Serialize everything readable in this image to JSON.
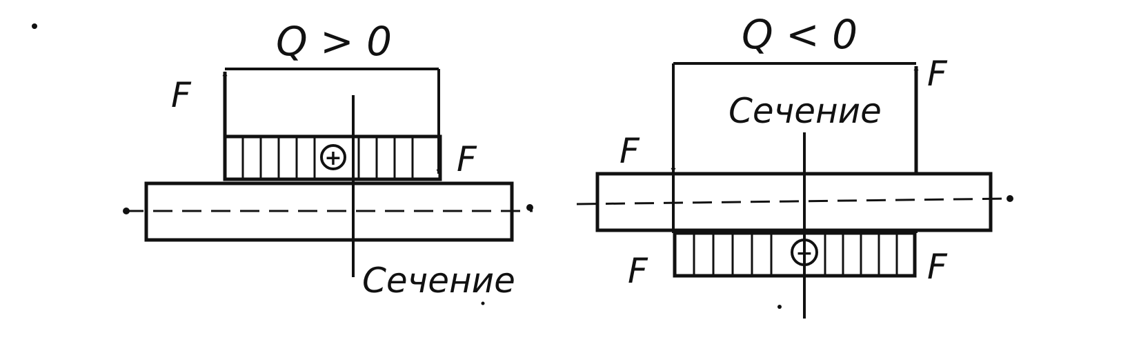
{
  "colors": {
    "ink": "#111111",
    "background": "#ffffff"
  },
  "left_diagram": {
    "title": "Q > 0",
    "force_left": "F",
    "force_right": "F",
    "sign": "+",
    "section_label": "Сечение"
  },
  "right_diagram": {
    "title": "Q < 0",
    "force_left_top": "F",
    "force_right_top": "F",
    "force_left_bottom": "F",
    "force_right_bottom": "F",
    "sign": "−",
    "section_label": "Сечение"
  }
}
